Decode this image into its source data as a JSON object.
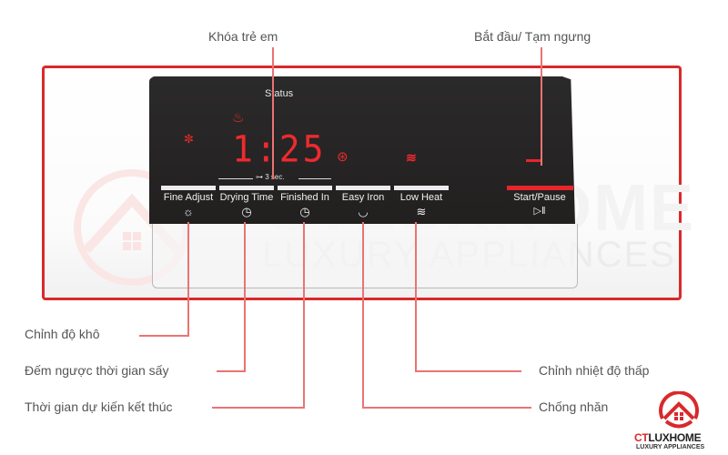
{
  "callouts": {
    "child_lock": "Khóa trẻ em",
    "start_pause": "Bắt đầu/ Tạm ngưng",
    "fine_adjust": "Chỉnh độ khô",
    "drying_time": "Đếm ngược thời gian sấy",
    "finished_in": "Thời gian dự kiến kết thúc",
    "low_heat": "Chỉnh nhiệt độ thấp",
    "easy_iron": "Chống nhăn"
  },
  "panel": {
    "status_label": "Status",
    "display_time": "1:25",
    "lock_hint": "3 sec.",
    "buttons": [
      {
        "label": "Fine Adjust",
        "icon": "sun-plus-icon",
        "glyph": "☼"
      },
      {
        "label": "Drying Time",
        "icon": "clock-icon",
        "glyph": "◷"
      },
      {
        "label": "Finished In",
        "icon": "clock-icon",
        "glyph": "◷"
      },
      {
        "label": "Easy Iron",
        "icon": "iron-icon",
        "glyph": "◡"
      },
      {
        "label": "Low Heat",
        "icon": "feather-icon",
        "glyph": "≋"
      }
    ],
    "start_pause": {
      "label": "Start/Pause",
      "glyph": "▷‖"
    },
    "indicators": {
      "heat": "♨",
      "fine_adjust": "✼",
      "easy_iron": "⊛",
      "low_heat": "≋"
    }
  },
  "watermark": {
    "line1": "CTLUXHOME",
    "line2": "LUXURY APPLIANCES"
  },
  "logo": {
    "brand_ct": "CT",
    "brand_rest": "LUXHOME",
    "tagline": "LUXURY APPLIANCES"
  },
  "colors": {
    "accent": "#d9292b",
    "leader": "#e97473",
    "display_red": "#ee2a2f",
    "panel_dark": "#252222"
  }
}
